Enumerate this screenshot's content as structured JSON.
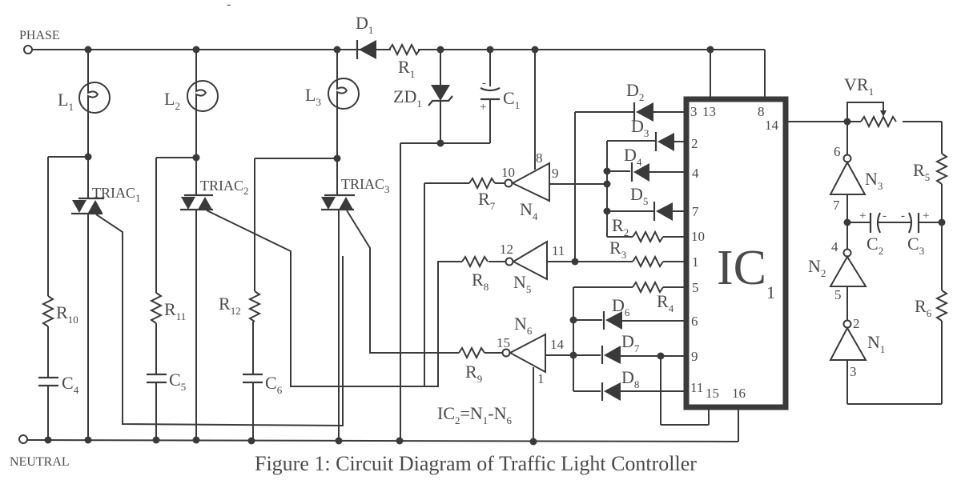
{
  "title": "Figure 1: Circuit Diagram of Traffic Light Controller",
  "terminals": {
    "phase": "PHASE",
    "neutral": "NEUTRAL"
  },
  "lamps": [
    {
      "name": "L",
      "sub": "1"
    },
    {
      "name": "L",
      "sub": "2"
    },
    {
      "name": "L",
      "sub": "3"
    }
  ],
  "triacs": [
    {
      "name": "TRIAC",
      "sub": "1"
    },
    {
      "name": "TRIAC",
      "sub": "2"
    },
    {
      "name": "TRIAC",
      "sub": "3"
    }
  ],
  "snubbers": {
    "resistors": [
      {
        "name": "R",
        "sub": "10"
      },
      {
        "name": "R",
        "sub": "11"
      },
      {
        "name": "R",
        "sub": "12"
      }
    ],
    "capacitors": [
      {
        "name": "C",
        "sub": "4"
      },
      {
        "name": "C",
        "sub": "5"
      },
      {
        "name": "C",
        "sub": "6"
      }
    ]
  },
  "supply": {
    "d1": {
      "name": "D",
      "sub": "1"
    },
    "r1": {
      "name": "R",
      "sub": "1"
    },
    "zd1": {
      "name": "ZD",
      "sub": "1"
    },
    "c1": {
      "name": "C",
      "sub": "1",
      "minus": "-",
      "plus": "+"
    }
  },
  "ic1": {
    "name": "IC",
    "sub": "1",
    "pins": {
      "p3": "3",
      "p13": "13",
      "p8": "8",
      "p14": "14",
      "p2": "2",
      "p4": "4",
      "p7": "7",
      "p10": "10",
      "p1": "1",
      "p5": "5",
      "p6": "6",
      "p9": "9",
      "p11": "11",
      "p15": "15",
      "p16": "16"
    }
  },
  "diodes": [
    {
      "name": "D",
      "sub": "2"
    },
    {
      "name": "D",
      "sub": "3"
    },
    {
      "name": "D",
      "sub": "4"
    },
    {
      "name": "D",
      "sub": "5"
    },
    {
      "name": "D",
      "sub": "6"
    },
    {
      "name": "D",
      "sub": "7"
    },
    {
      "name": "D",
      "sub": "8"
    }
  ],
  "resistors": {
    "r2": {
      "name": "R",
      "sub": "2"
    },
    "r3": {
      "name": "R",
      "sub": "3"
    },
    "r4": {
      "name": "R",
      "sub": "4"
    },
    "r5": {
      "name": "R",
      "sub": "5"
    },
    "r6": {
      "name": "R",
      "sub": "6"
    },
    "r7": {
      "name": "R",
      "sub": "7"
    },
    "r8": {
      "name": "R",
      "sub": "8"
    },
    "r9": {
      "name": "R",
      "sub": "9"
    },
    "vr1": {
      "name": "VR",
      "sub": "1"
    }
  },
  "gates": {
    "n1": {
      "name": "N",
      "sub": "1",
      "in": "3",
      "out": "2"
    },
    "n2": {
      "name": "N",
      "sub": "2",
      "in": "5",
      "out": "4"
    },
    "n3": {
      "name": "N",
      "sub": "3",
      "in": "7",
      "out": "6"
    },
    "n4": {
      "name": "N",
      "sub": "4",
      "in": "9",
      "out": "10",
      "vcc": "8"
    },
    "n5": {
      "name": "N",
      "sub": "5",
      "in": "11",
      "out": "12"
    },
    "n6": {
      "name": "N",
      "sub": "6",
      "in": "14",
      "out": "15",
      "gnd": "1"
    }
  },
  "osc_caps": {
    "c2": {
      "name": "C",
      "sub": "2",
      "plus": "+",
      "minus": "-"
    },
    "c3": {
      "name": "C",
      "sub": "3",
      "plus": "+",
      "minus": "-"
    }
  },
  "ic2_note": {
    "pre": "IC",
    "sub": "2",
    "mid": "=N",
    "sub2": "1",
    "mid2": "-N",
    "sub3": "6"
  },
  "stray_mark": "-"
}
